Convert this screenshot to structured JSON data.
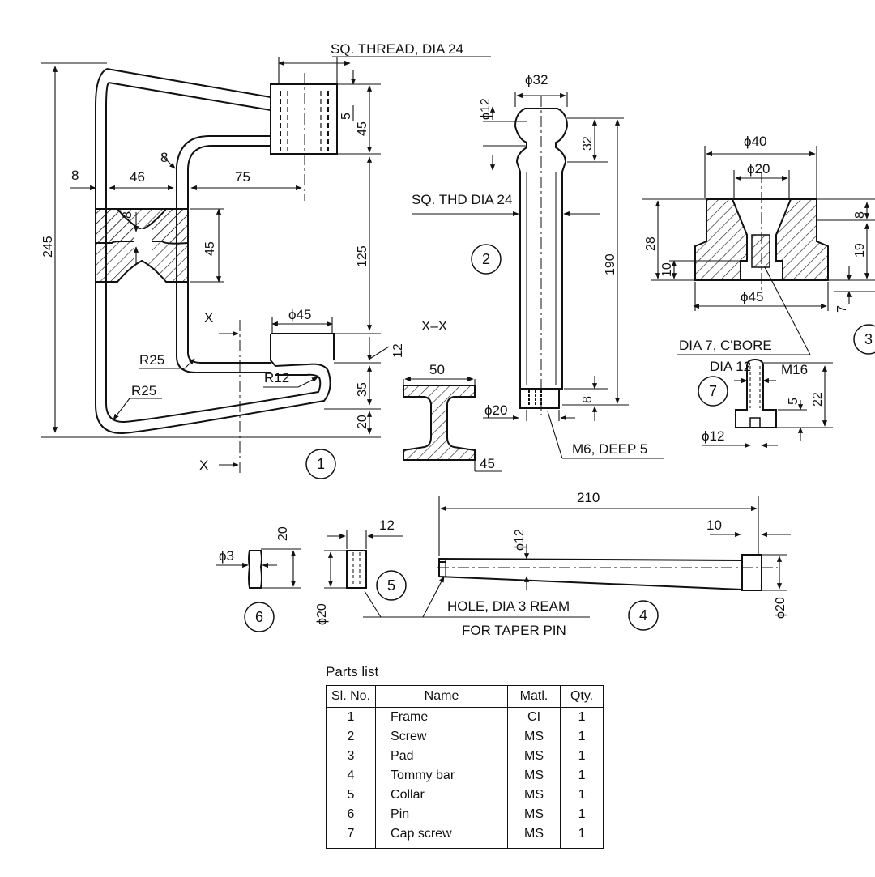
{
  "labels": {
    "sq_thread": "SQ. THREAD, DIA 24",
    "frame_8a": "8",
    "frame_46": "46",
    "frame_8b": "8",
    "frame_75": "75",
    "frame_8c": "8",
    "frame_45a": "45",
    "frame_245": "245",
    "frame_5": "5",
    "frame_45b": "45",
    "frame_125": "125",
    "frame_12": "12",
    "frame_35": "35",
    "frame_20": "20",
    "frame_phi45": "ϕ45",
    "frame_r25a": "R25",
    "frame_r25b": "R25",
    "frame_r12": "R12",
    "sec_x_top": "X",
    "sec_x_bottom": "X",
    "section_title": "X–X",
    "sec_50": "50",
    "sec_45": "45",
    "screw_phi32": "ϕ32",
    "screw_phi12": "ϕ12",
    "screw_32": "32",
    "screw_thd": "SQ. THD DIA 24",
    "screw_190": "190",
    "screw_8": "8",
    "screw_phi20": "ϕ20",
    "screw_m6": "M6, DEEP 5",
    "pad_phi40": "ϕ40",
    "pad_phi20": "ϕ20",
    "pad_28": "28",
    "pad_10": "10",
    "pad_8": "8",
    "pad_19": "19",
    "pad_phi45": "ϕ45",
    "pad_7": "7",
    "pad_cbore1": "DIA 7, C'BORE",
    "pad_cbore2": "DIA 12",
    "cap_m16": "M16",
    "cap_5": "5",
    "cap_22": "22",
    "cap_phi12": "ϕ12",
    "tb_210": "210",
    "tb_10": "10",
    "tb_phi12": "ϕ12",
    "tb_phi20": "ϕ20",
    "tb_hole1": "HOLE, DIA 3 REAM",
    "tb_hole2": "FOR TAPER PIN",
    "pin_phi3": "ϕ3",
    "pin_20": "20",
    "collar_12": "12",
    "collar_phi20": "ϕ20",
    "bubble_1": "1",
    "bubble_2": "2",
    "bubble_3": "3",
    "bubble_4": "4",
    "bubble_5": "5",
    "bubble_6": "6",
    "bubble_7": "7"
  },
  "parts_list": {
    "caption": "Parts list",
    "headers": [
      "Sl. No.",
      "Name",
      "Matl.",
      "Qty."
    ],
    "rows": [
      [
        "1",
        "Frame",
        "CI",
        "1"
      ],
      [
        "2",
        "Screw",
        "MS",
        "1"
      ],
      [
        "3",
        "Pad",
        "MS",
        "1"
      ],
      [
        "4",
        "Tommy bar",
        "MS",
        "1"
      ],
      [
        "5",
        "Collar",
        "MS",
        "1"
      ],
      [
        "6",
        "Pin",
        "MS",
        "1"
      ],
      [
        "7",
        "Cap screw",
        "MS",
        "1"
      ]
    ]
  }
}
